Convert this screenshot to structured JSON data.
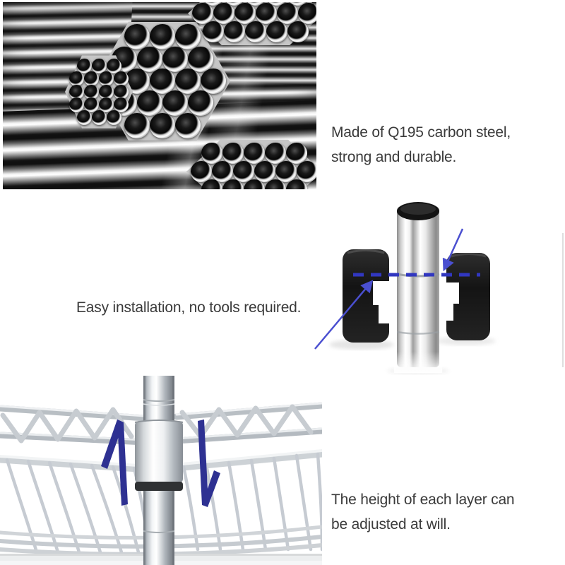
{
  "captions": {
    "material": {
      "line1": "Made of Q195 carbon steel,",
      "line2": "strong and durable."
    },
    "installation": {
      "line1": "Easy installation, no tools required."
    },
    "height_adjust": {
      "line1": "The height of each layer can",
      "line2": "be adjusted at will."
    }
  },
  "figures": {
    "pipes_photo": "stacked-chrome-steel-pipes",
    "pole_photo": "chrome-pole-with-black-snap-clips",
    "basket_photo": "chrome-wire-basket-shelf-on-pole"
  },
  "colors": {
    "text": "#3a3a3a",
    "guide_blue": "#3137c0",
    "arrow_navy": "#2e3192",
    "background": "#ffffff"
  }
}
